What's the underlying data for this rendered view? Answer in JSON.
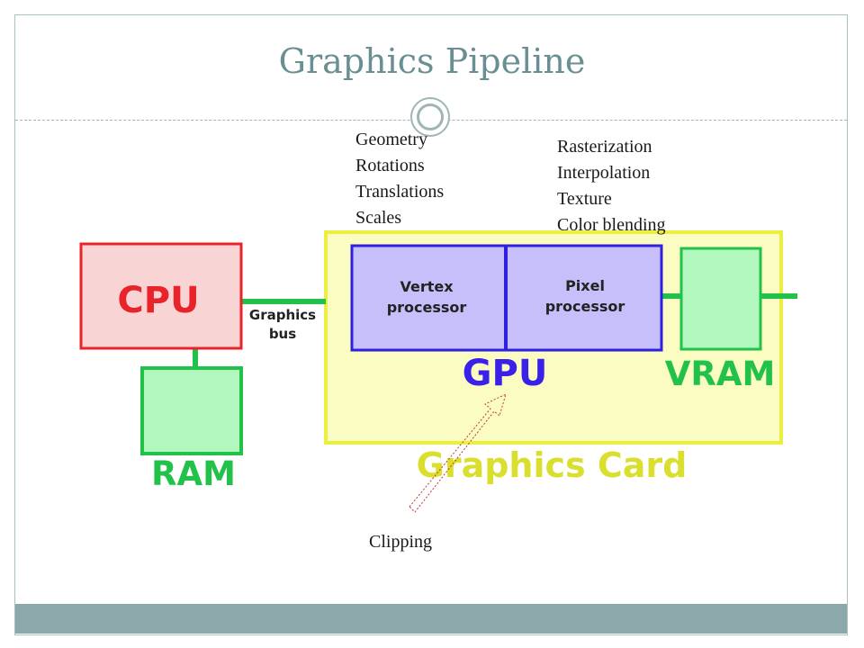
{
  "slide": {
    "title": "Graphics Pipeline"
  },
  "diagram": {
    "cpu_label": "CPU",
    "ram_label": "RAM",
    "bus_label_line1": "Graphics",
    "bus_label_line2": "bus",
    "vertex_label_line1": "Vertex",
    "vertex_label_line2": "processor",
    "pixel_label_line1": "Pixel",
    "pixel_label_line2": "processor",
    "gpu_label": "GPU",
    "vram_label": "VRAM",
    "card_label": "Graphics Card"
  },
  "annotations": {
    "geometry": [
      "Geometry",
      "Rotations",
      "Translations",
      "Scales"
    ],
    "raster": [
      "Rasterization",
      "Interpolation",
      "Texture",
      "Color blending"
    ],
    "clipping": "Clipping"
  },
  "colors": {
    "title": "#6a8f92",
    "cpu_fill": "#f9d4d4",
    "cpu_stroke": "#e8232a",
    "green": "#22c24a",
    "green_fill": "#b2f7be",
    "card_fill": "#fbfcc1",
    "card_stroke": "#ebef40",
    "processor_fill": "#c7bff9",
    "processor_stroke": "#2f20e0",
    "gpu_text": "#3a20e8",
    "footer": "#8ca8aa"
  }
}
